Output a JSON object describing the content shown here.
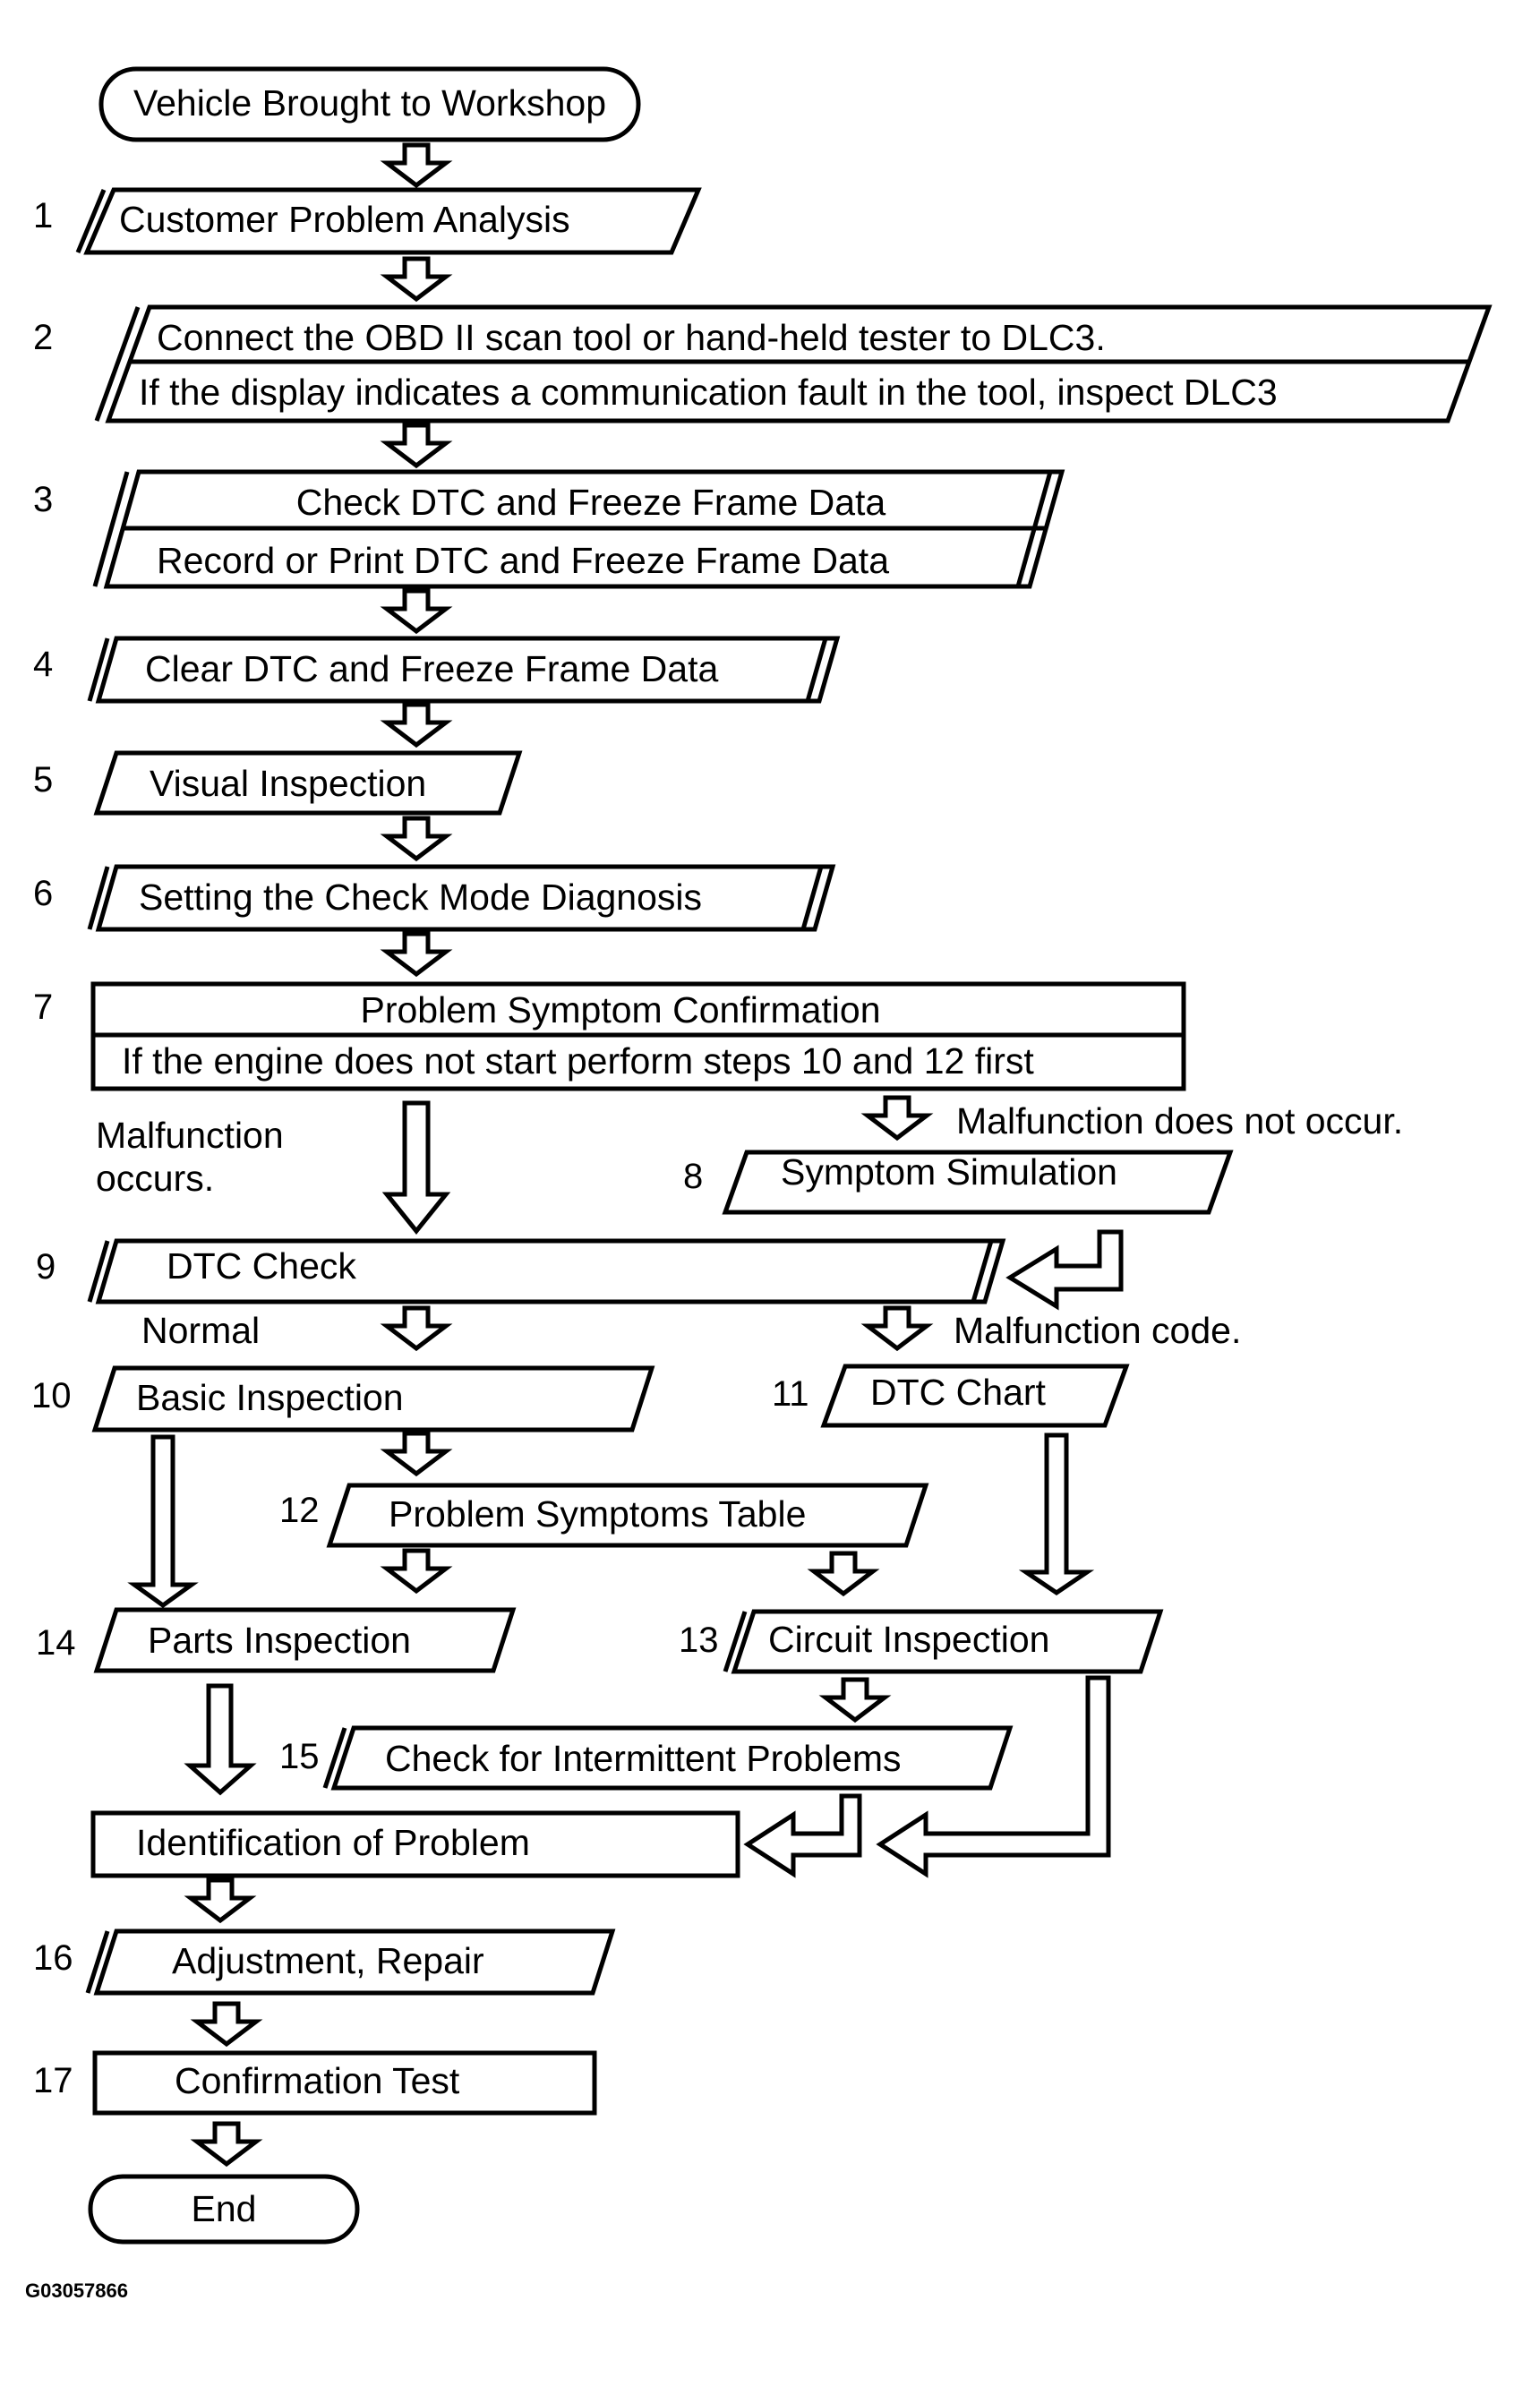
{
  "start": "Vehicle Brought to Workshop",
  "end": "End",
  "figure_id": "G03057866",
  "steps": {
    "s1": {
      "num": "1",
      "label": "Customer Problem Analysis"
    },
    "s2": {
      "num": "2",
      "line1": "Connect the OBD II scan tool or hand-held tester to DLC3.",
      "line2": "If the display indicates a communication fault in the tool, inspect DLC3"
    },
    "s3": {
      "num": "3",
      "line1": "Check DTC and Freeze Frame Data",
      "line2": "Record or Print DTC and Freeze Frame Data"
    },
    "s4": {
      "num": "4",
      "label": "Clear DTC and Freeze Frame Data"
    },
    "s5": {
      "num": "5",
      "label": "Visual Inspection"
    },
    "s6": {
      "num": "6",
      "label": "Setting the Check Mode Diagnosis"
    },
    "s7": {
      "num": "7",
      "line1": "Problem Symptom Confirmation",
      "line2": "If the engine does not start perform steps 10 and 12 first"
    },
    "s8": {
      "num": "8",
      "label": "Symptom Simulation"
    },
    "s9": {
      "num": "9",
      "label": "DTC Check"
    },
    "s10": {
      "num": "10",
      "label": "Basic Inspection"
    },
    "s11": {
      "num": "11",
      "label": "DTC Chart"
    },
    "s12": {
      "num": "12",
      "label": "Problem Symptoms Table"
    },
    "s13": {
      "num": "13",
      "label": "Circuit Inspection"
    },
    "s14": {
      "num": "14",
      "label": "Parts Inspection"
    },
    "s15": {
      "num": "15",
      "label": "Check for Intermittent Problems"
    },
    "identify": {
      "label": "Identification of Problem"
    },
    "s16": {
      "num": "16",
      "label": "Adjustment, Repair"
    },
    "s17": {
      "num": "17",
      "label": "Confirmation Test"
    }
  },
  "branch_labels": {
    "malfunction_occurs_1": "Malfunction",
    "malfunction_occurs_2": "occurs.",
    "malfunction_not_occur": "Malfunction does not occur.",
    "normal": "Normal",
    "malfunction_code": "Malfunction code."
  }
}
